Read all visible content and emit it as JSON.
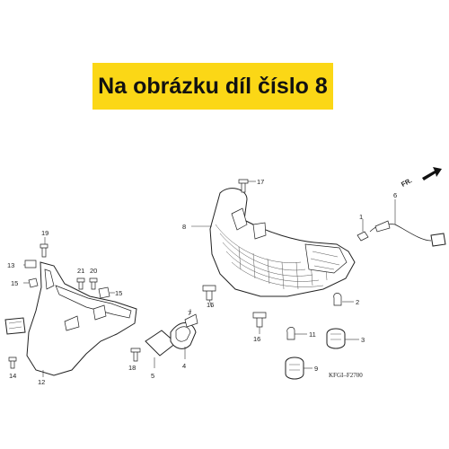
{
  "banner": {
    "text": "Na obrázku díl číslo 8",
    "color": "#fbd716"
  },
  "direction": "FR.",
  "diagram_code": "KFGI–F2700",
  "callouts": [
    "1",
    "2",
    "3",
    "4",
    "5",
    "6",
    "7",
    "8",
    "9",
    "11",
    "12",
    "13",
    "14",
    "15",
    "15",
    "16",
    "16",
    "17",
    "18",
    "19",
    "20",
    "21"
  ]
}
